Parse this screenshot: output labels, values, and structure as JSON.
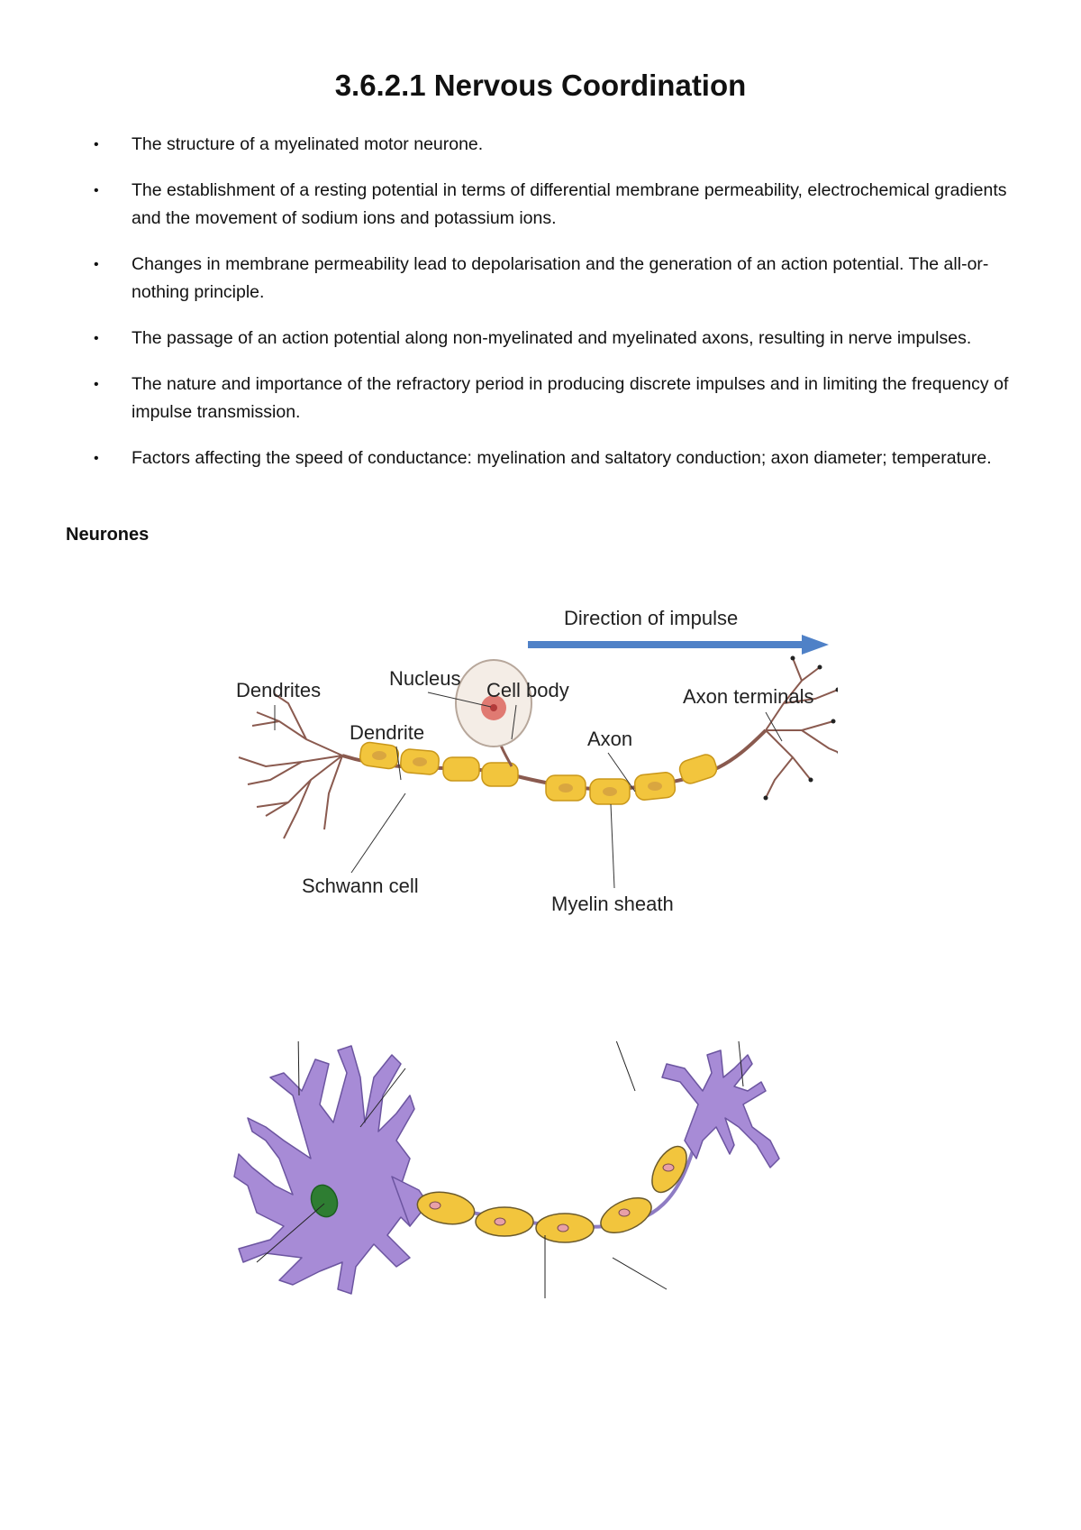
{
  "document": {
    "title": "3.6.2.1 Nervous Coordination",
    "bullets": [
      "The structure of a myelinated motor neurone.",
      "The establishment of a resting potential in terms of differential membrane permeability, electrochemical gradients and the movement of sodium ions and potassium ions.",
      "Changes in membrane permeability lead to depolarisation and the generation of an action potential. The all-or-nothing principle.",
      "The passage of an action potential along non-myelinated and myelinated axons, resulting in nerve impulses.",
      "The nature and importance of the refractory period in producing discrete impulses and in limiting the frequency of impulse transmission.",
      "Factors affecting the speed of conductance: myelination and saltatory conduction; axon diameter; temperature."
    ],
    "bullet_glyph": "•",
    "section_heading": "Neurones"
  },
  "figure1": {
    "labels": {
      "direction": "Direction of impulse",
      "dendrites": "Dendrites",
      "nucleus": "Nucleus",
      "cell_body": "Cell body",
      "axon_terminals": "Axon terminals",
      "dendrite": "Dendrite",
      "axon": "Axon",
      "schwann_cell": "Schwann cell",
      "myelin_sheath": "Myelin sheath"
    }
  },
  "colors": {
    "arrow": "#4f81c7",
    "myelin": "#f2c53d",
    "myelin_outline": "#c9971a",
    "nerve_fibre": "#8a5a4f",
    "cell_body": "#f4ede6",
    "nucleus": "#e07a72",
    "neuron_purple": "#a78bd6",
    "nucleus_green": "#2e7d32"
  }
}
